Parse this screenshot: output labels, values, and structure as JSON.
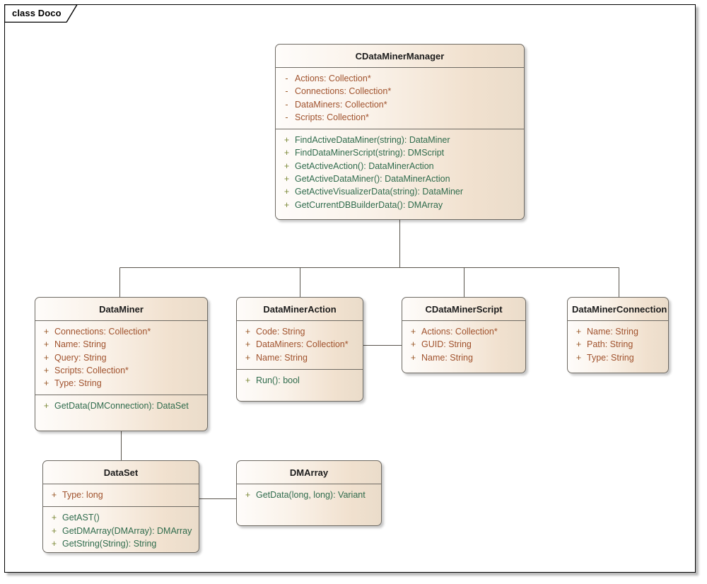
{
  "diagram": {
    "tab_label": "class Doco",
    "type": "uml-class-diagram",
    "colors": {
      "class_border": "#6e6a63",
      "class_fill_left": "#fefcfa",
      "class_fill_right": "#eadcca",
      "attribute_text": "#a0522d",
      "operation_text": "#2f6b4c",
      "visibility_text": "#9a5a2b",
      "connector": "#59544c",
      "frame_border": "#000000",
      "canvas": "#ffffff"
    }
  },
  "classes": {
    "manager": {
      "name": "CDataMinerManager",
      "attributes": [
        {
          "vis": "-",
          "text": "Actions: Collection*"
        },
        {
          "vis": "-",
          "text": "Connections: Collection*"
        },
        {
          "vis": "-",
          "text": "DataMiners: Collection*"
        },
        {
          "vis": "-",
          "text": "Scripts: Collection*"
        }
      ],
      "operations": [
        {
          "vis": "+",
          "text": "FindActiveDataMiner(string): DataMiner"
        },
        {
          "vis": "+",
          "text": "FindDataMinerScript(string): DMScript"
        },
        {
          "vis": "+",
          "text": "GetActiveAction(): DataMinerAction"
        },
        {
          "vis": "+",
          "text": "GetActiveDataMiner(): DataMinerAction"
        },
        {
          "vis": "+",
          "text": "GetActiveVisualizerData(string): DataMiner"
        },
        {
          "vis": "+",
          "text": "GetCurrentDBBuilderData(): DMArray"
        }
      ]
    },
    "dataminer": {
      "name": "DataMiner",
      "attributes": [
        {
          "vis": "+",
          "text": "Connections: Collection*"
        },
        {
          "vis": "+",
          "text": "Name: String"
        },
        {
          "vis": "+",
          "text": "Query: String"
        },
        {
          "vis": "+",
          "text": "Scripts: Collection*"
        },
        {
          "vis": "+",
          "text": "Type: String"
        }
      ],
      "operations": [
        {
          "vis": "+",
          "text": "GetData(DMConnection): DataSet"
        }
      ]
    },
    "dataminer_action": {
      "name": "DataMinerAction",
      "attributes": [
        {
          "vis": "+",
          "text": "Code: String"
        },
        {
          "vis": "+",
          "text": "DataMiners: Collection*"
        },
        {
          "vis": "+",
          "text": "Name: String"
        }
      ],
      "operations": [
        {
          "vis": "+",
          "text": "Run(): bool"
        }
      ]
    },
    "script": {
      "name": "CDataMinerScript",
      "attributes": [
        {
          "vis": "+",
          "text": "Actions: Collection*"
        },
        {
          "vis": "+",
          "text": "GUID: String"
        },
        {
          "vis": "+",
          "text": "Name: String"
        }
      ],
      "operations": []
    },
    "connection": {
      "name": "DataMinerConnection",
      "attributes": [
        {
          "vis": "+",
          "text": "Name: String"
        },
        {
          "vis": "+",
          "text": "Path: String"
        },
        {
          "vis": "+",
          "text": "Type: String"
        }
      ],
      "operations": []
    },
    "dataset": {
      "name": "DataSet",
      "attributes": [
        {
          "vis": "+",
          "text": "Type: long"
        }
      ],
      "operations": [
        {
          "vis": "+",
          "text": "GetAST()"
        },
        {
          "vis": "+",
          "text": "GetDMArray(DMArray): DMArray"
        },
        {
          "vis": "+",
          "text": "GetString(String): String"
        }
      ]
    },
    "dmarray": {
      "name": "DMArray",
      "attributes": [],
      "operations": [
        {
          "vis": "+",
          "text": "GetData(long, long): Variant"
        }
      ]
    }
  },
  "connectors": [
    {
      "from": "manager",
      "to": "dataminer",
      "style": "orthogonal-tree"
    },
    {
      "from": "manager",
      "to": "dataminer_action",
      "style": "orthogonal-tree"
    },
    {
      "from": "manager",
      "to": "script",
      "style": "orthogonal-tree"
    },
    {
      "from": "manager",
      "to": "connection",
      "style": "orthogonal-tree"
    },
    {
      "from": "dataminer_action",
      "to": "script",
      "style": "straight-horizontal"
    },
    {
      "from": "dataminer",
      "to": "dataset",
      "style": "straight-vertical"
    },
    {
      "from": "dataset",
      "to": "dmarray",
      "style": "straight-horizontal"
    }
  ]
}
